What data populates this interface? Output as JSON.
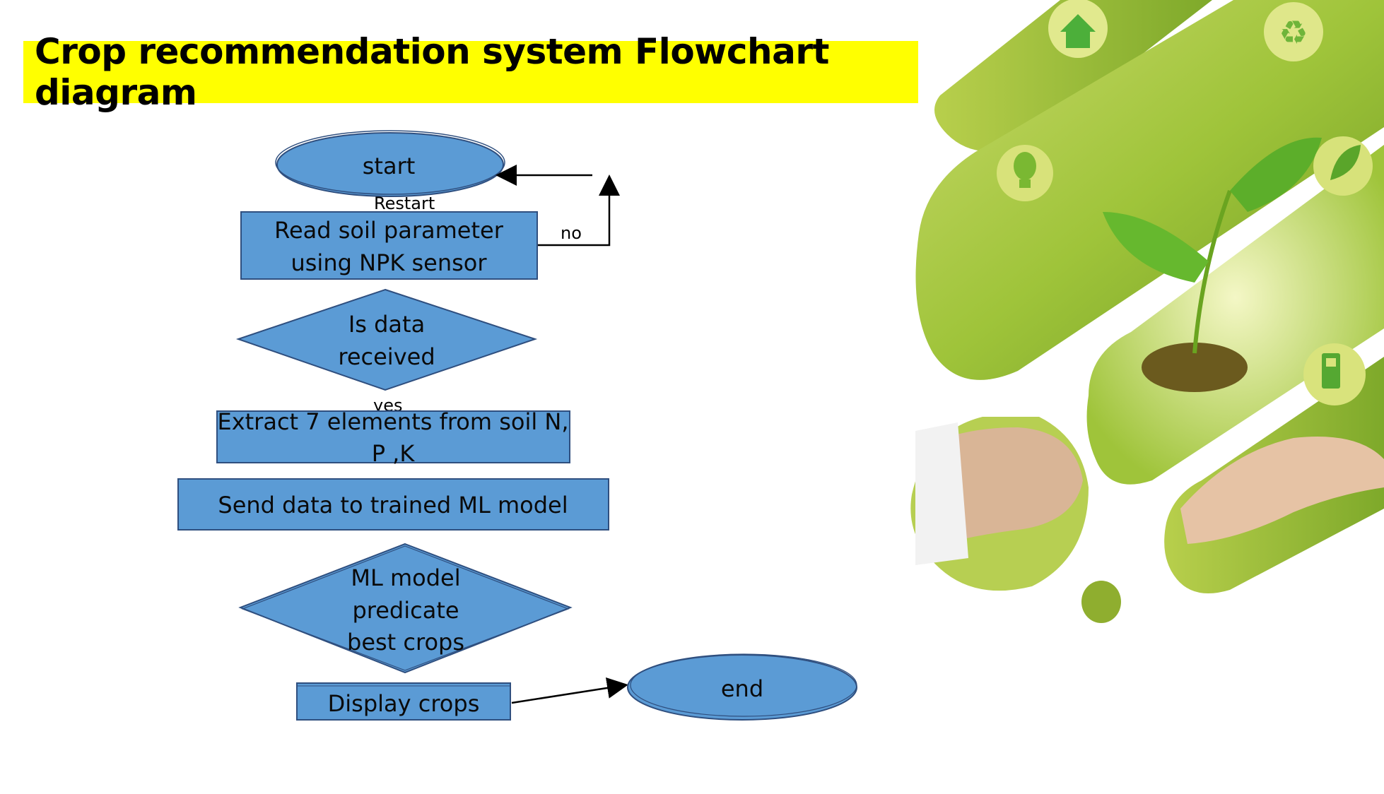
{
  "title": "Crop recommendation system Flowchart diagram",
  "flowchart": {
    "start": "start",
    "restart_label": "Restart",
    "read_soil": [
      "Read soil parameter",
      "using NPK sensor"
    ],
    "no_label": "no",
    "decision_received": [
      "Is data",
      "received"
    ],
    "yes_label": "yes",
    "extract": [
      "Extract 7 elements from soil N,",
      "P ,K"
    ],
    "send": "Send data to trained ML model",
    "decision_predict": [
      "ML model",
      "predicate",
      "best crops"
    ],
    "display": "Display crops",
    "end": "end"
  },
  "colors": {
    "title_bg": "#ffff00",
    "node_fill": "#5b9bd5",
    "node_stroke": "#2f4f7f",
    "deco_green": "#9fc43a"
  },
  "decoration": {
    "icons": [
      "home-icon",
      "recycle-icon",
      "lightbulb-icon",
      "leaf-icon",
      "fuel-pump-icon",
      "plant-in-hands-icon"
    ]
  }
}
